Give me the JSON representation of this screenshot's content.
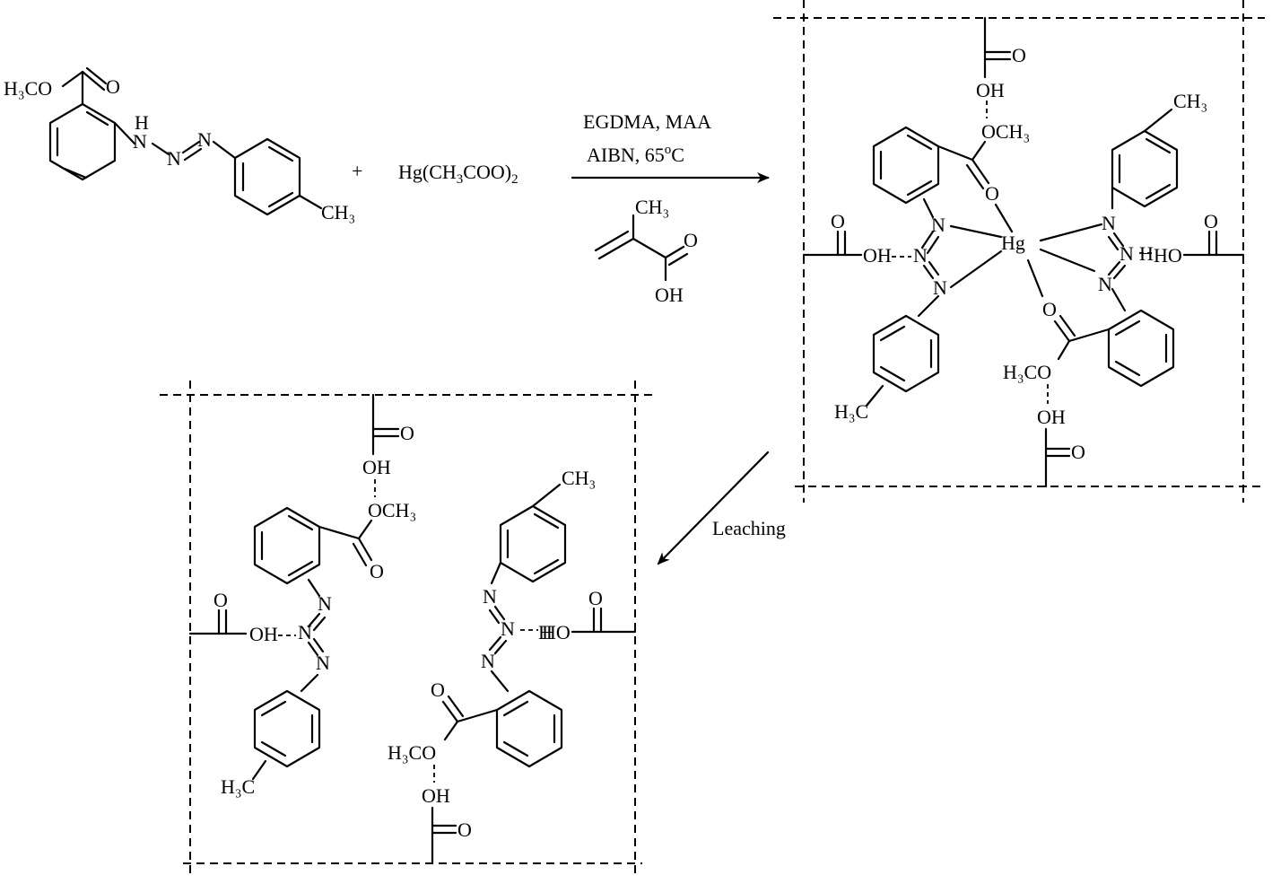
{
  "reactant": {
    "ester": "H3COC=O",
    "ester_label": "H₃CO",
    "carbonyl_o": "O",
    "nh": "H",
    "n_label": "N",
    "methyl": "CH₃"
  },
  "plus": "+",
  "mercury_salt": {
    "prefix": "Hg(CH",
    "sub1": "3",
    "mid": "COO)",
    "sub2": "2"
  },
  "conditions": {
    "line1": "EGDMA, MAA",
    "line2_prefix": "AIBN, 65",
    "line2_sup": "o",
    "line2_suffix": "C"
  },
  "maa": {
    "methyl": "CH₃",
    "carbonyl_o": "O",
    "hydroxyl": "OH"
  },
  "complex": {
    "metal": "Hg",
    "n": "N",
    "o": "O",
    "oh": "OH",
    "h": "H",
    "ho": "HO",
    "och3": "OCH₃",
    "h3co": "H₃CO",
    "ch3": "CH₃",
    "h3c": "H₃C"
  },
  "leaching_label": "Leaching",
  "template_removed": {
    "n": "N",
    "o": "O",
    "oh": "OH",
    "h": "H",
    "ho": "HO",
    "och3": "OCH₃",
    "h3co": "H₃CO",
    "ch3": "CH₃",
    "h3c": "H₃C"
  }
}
